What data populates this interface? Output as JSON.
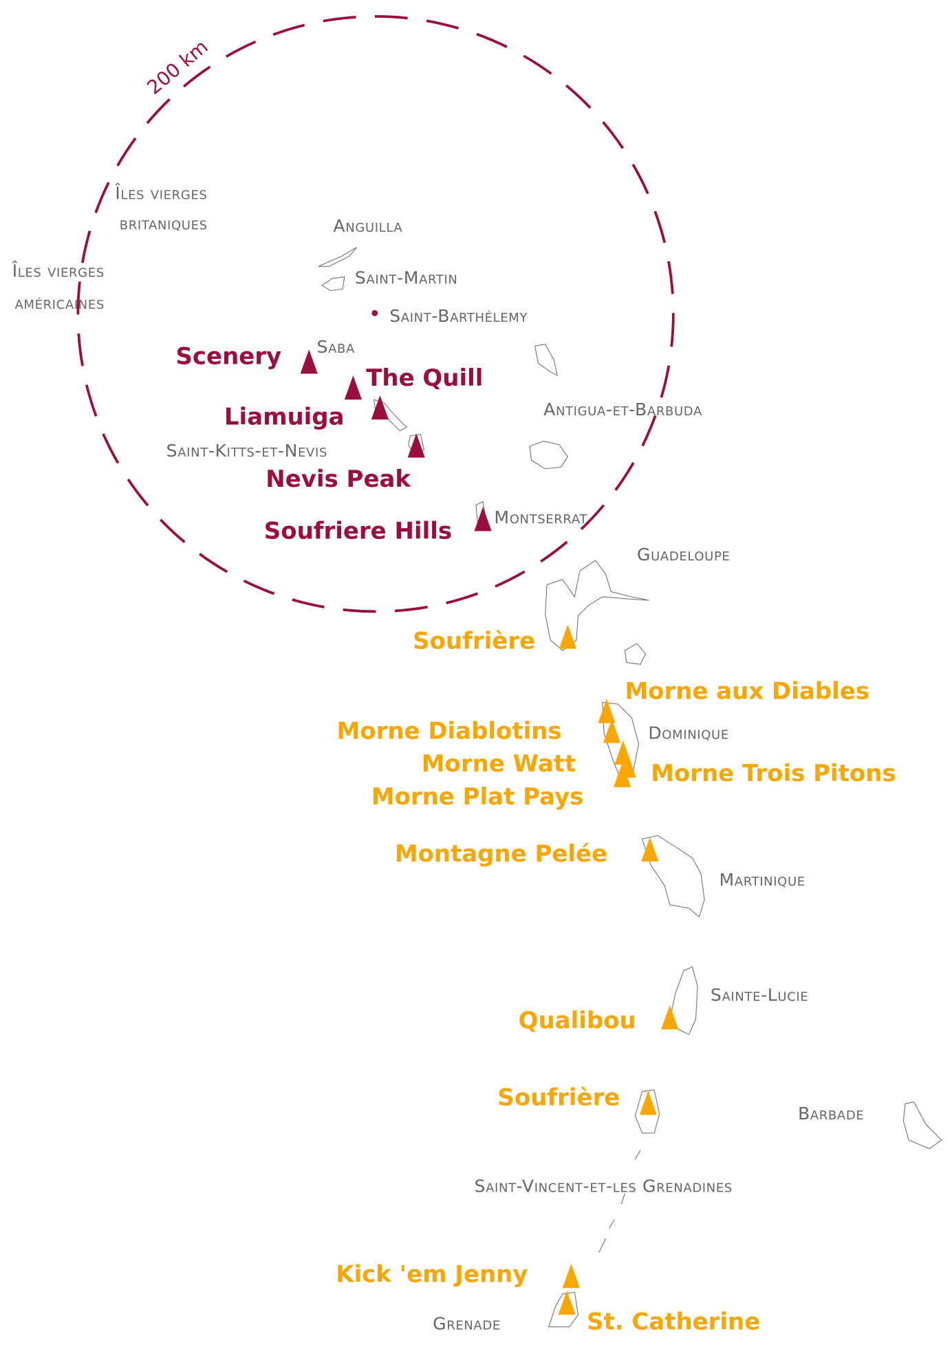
{
  "colors": {
    "near_volcano": "#9b0d3a",
    "far_volcano": "#f9a602",
    "country_label": "#666666"
  },
  "radius_label": "200 km",
  "countries": {
    "bvi": [
      "Îles vierges",
      "britaniques"
    ],
    "usvi": [
      "Îles vierges",
      "américaines"
    ],
    "anguilla": "Anguilla",
    "saint_martin": "Saint-Martin",
    "saint_barth": "Saint-Barthélemy",
    "saba": "Saba",
    "antigua": "Antigua-et-Barbuda",
    "skn": "Saint-Kitts-et-Nevis",
    "montserrat": "Montserrat",
    "guadeloupe": "Guadeloupe",
    "dominique": "Dominique",
    "martinique": "Martinique",
    "sainte_lucie": "Sainte-Lucie",
    "barbade": "Barbade",
    "svg": "Saint-Vincent-et-les Grenadines",
    "grenade": "Grenade"
  },
  "volcanoes": {
    "near": [
      "Scenery",
      "The Quill",
      "Liamuiga",
      "Nevis Peak",
      "Soufriere Hills"
    ],
    "far": [
      "Soufrière",
      "Morne aux Diables",
      "Morne Diablotins",
      "Morne Watt",
      "Morne Trois Pitons",
      "Morne Plat Pays",
      "Montagne Pelée",
      "Qualibou",
      "Soufrière",
      "Kick 'em Jenny",
      "St. Catherine"
    ]
  }
}
